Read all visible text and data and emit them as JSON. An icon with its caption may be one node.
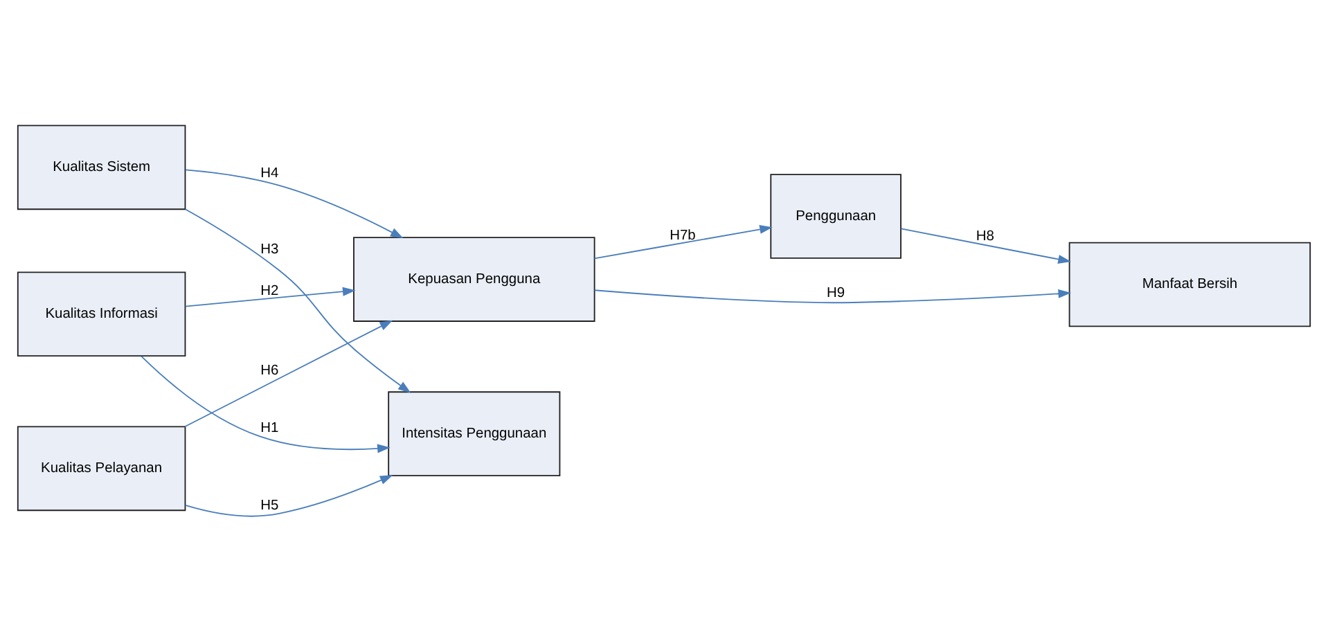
{
  "diagram": {
    "nodes": [
      {
        "text": [
          "Kualitas Informasi"
        ]
      },
      {
        "text": [
          "Intensitas Penggunaan"
        ]
      },
      {
        "text": [
          "Penggunaan"
        ]
      },
      {
        "text": [
          "Kualitas Sistem"
        ]
      },
      {
        "text": [
          "Manfaat Bersih"
        ]
      },
      {
        "text": [
          "Kepuasan Pengguna"
        ]
      },
      {
        "text": [
          "Kualitas Pelayanan"
        ]
      }
    ],
    "edges": [
      {
        "from": 0,
        "to": 1,
        "arrow": "to",
        "label": "H1"
      },
      {
        "from": 0,
        "to": 5,
        "arrow": "to",
        "label": "H2"
      },
      {
        "from": 3,
        "to": 1,
        "arrow": "to",
        "label": "H3"
      },
      {
        "from": 3,
        "to": 5,
        "arrow": "to",
        "label": "H4"
      },
      {
        "from": 6,
        "to": 1,
        "arrow": "to",
        "label": "H5"
      },
      {
        "from": 6,
        "to": 5,
        "arrow": "to",
        "label": "H6"
      },
      {
        "from": 5,
        "to": 2,
        "arrow": "to",
        "label": "H7b"
      },
      {
        "from": 2,
        "to": 4,
        "arrow": "to",
        "label": "H8"
      },
      {
        "from": 5,
        "to": 4,
        "arrow": "to",
        "label": "H9"
      }
    ]
  }
}
